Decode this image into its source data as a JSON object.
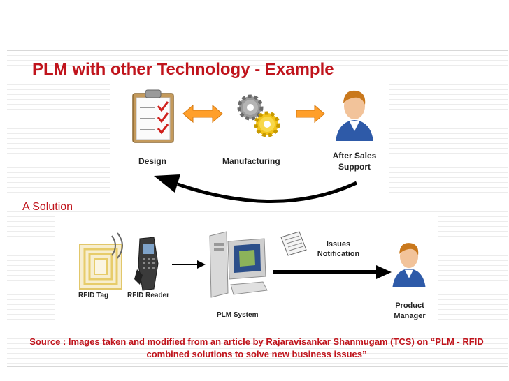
{
  "slide": {
    "title": "PLM with other Technology - Example",
    "solution_label": "A Solution",
    "source": "Source : Images taken and modified from an article by Rajaravisankar Shanmugam (TCS) on “PLM - RFID combined solutions to solve new business issues”"
  },
  "top_diagram": {
    "design": "Design",
    "manufacturing": "Manufacturing",
    "after_sales_line1": "After Sales",
    "after_sales_line2": "Support"
  },
  "bottom_diagram": {
    "rfid_tag": "RFID Tag",
    "rfid_reader": "RFID Reader",
    "plm_system": "PLM System",
    "issues_line1": "Issues",
    "issues_line2": "Notification",
    "product_line1": "Product",
    "product_line2": "Manager"
  },
  "colors": {
    "title": "#c0141c",
    "arrow_fill": "#ff9f2a",
    "gear_top": "#9a9a9a",
    "gear_bottom": "#f3c41a"
  }
}
